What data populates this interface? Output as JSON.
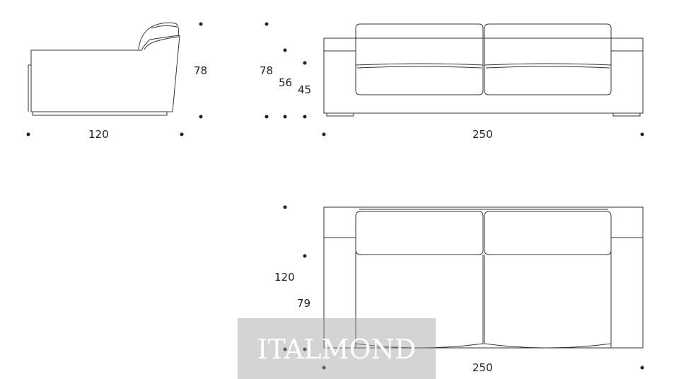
{
  "side_view": {
    "height_label": "78",
    "depth_label": "120"
  },
  "front_view": {
    "height_label": "78",
    "arm_height_label": "56",
    "seat_height_label": "45",
    "width_label": "250"
  },
  "top_view": {
    "depth_label": "120",
    "seat_depth_label": "79",
    "width_label": "250"
  },
  "watermark": {
    "text": "ITALMOND"
  },
  "colors": {
    "line": "#333333",
    "dot": "#222222",
    "watermark_bg": "#a0a0a0",
    "watermark_text": "#ffffff"
  }
}
